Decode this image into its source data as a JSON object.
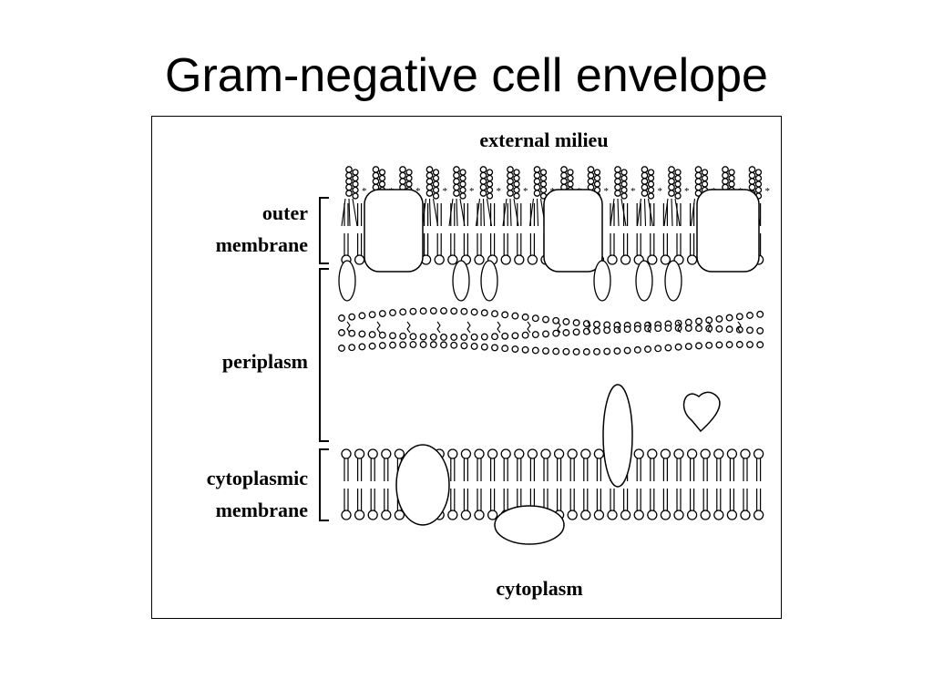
{
  "slide": {
    "title": "Gram-negative cell envelope"
  },
  "diagram": {
    "labels": {
      "external": "external milieu",
      "outer_line1": "outer",
      "outer_line2": "membrane",
      "periplasm": "periplasm",
      "cyto_line1": "cytoplasmic",
      "cyto_line2": "membrane",
      "cytoplasm": "cytoplasm"
    }
  }
}
